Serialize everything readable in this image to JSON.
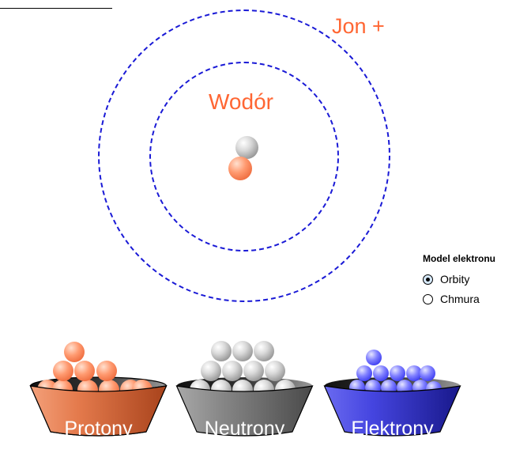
{
  "atom": {
    "ion_label": "Jon +",
    "element_name": "Wodór"
  },
  "electron_model": {
    "title": "Model elektronu",
    "options": [
      {
        "label": "Orbity",
        "selected": true
      },
      {
        "label": "Chmura",
        "selected": false
      }
    ]
  },
  "buckets": [
    {
      "label": "Protony",
      "color": "#d9663a"
    },
    {
      "label": "Neutrony",
      "color": "#7a7a7a"
    },
    {
      "label": "Elektrony",
      "color": "#3333cc"
    }
  ],
  "colors": {
    "label_accent": "#ff6633",
    "orbit": "#1a1ad6",
    "radio_selected_fill": "#d6e9fb"
  }
}
